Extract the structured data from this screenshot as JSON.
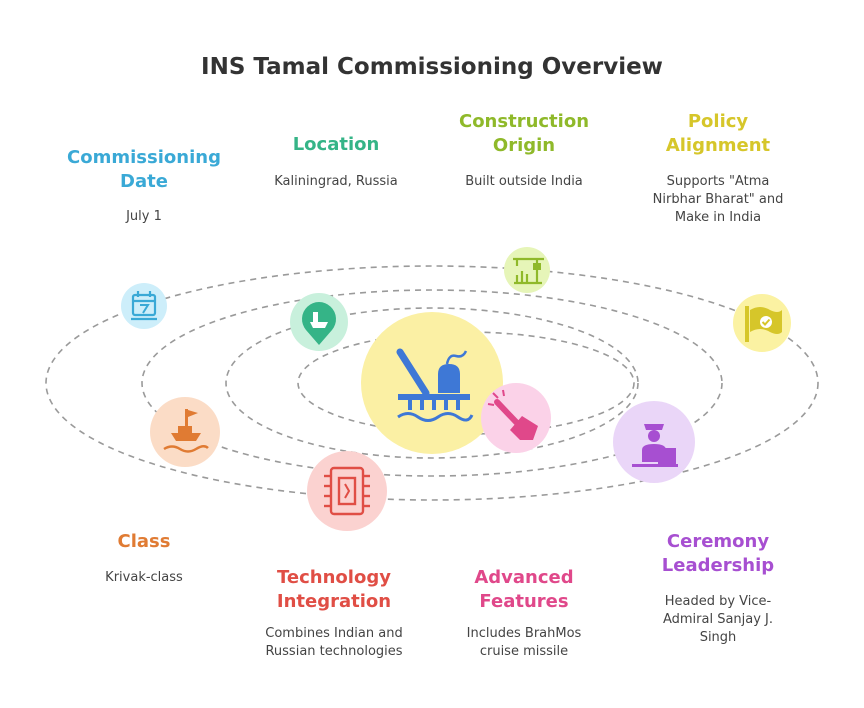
{
  "title": "INS Tamal Commissioning Overview",
  "colors": {
    "date": "#3aa9d6",
    "location": "#35b487",
    "construction": "#8fb92a",
    "policy": "#d6c62a",
    "class": "#e07b33",
    "technology": "#e04e45",
    "features": "#e0488a",
    "ceremony": "#a74fd1"
  },
  "nodes": [
    {
      "key": "date",
      "label_lines": [
        "Commissioning",
        "Date"
      ],
      "description_lines": [
        "July 1"
      ],
      "icon": "calendar-icon"
    },
    {
      "key": "location",
      "label_lines": [
        "Location"
      ],
      "description_lines": [
        "Kaliningrad, Russia"
      ],
      "icon": "map-pin-ship-icon"
    },
    {
      "key": "construction",
      "label_lines": [
        "Construction",
        "Origin"
      ],
      "description_lines": [
        "Built outside India"
      ],
      "icon": "factory-crane-icon"
    },
    {
      "key": "policy",
      "label_lines": [
        "Policy",
        "Alignment"
      ],
      "description_lines": [
        "Supports \"Atma",
        "Nirbhar Bharat\" and",
        "Make in India"
      ],
      "icon": "flag-check-icon"
    },
    {
      "key": "class",
      "label_lines": [
        "Class"
      ],
      "description_lines": [
        "Krivak-class"
      ],
      "icon": "ship-flag-icon"
    },
    {
      "key": "technology",
      "label_lines": [
        "Technology",
        "Integration"
      ],
      "description_lines": [
        "Combines Indian and",
        "Russian technologies"
      ],
      "icon": "chip-icon"
    },
    {
      "key": "features",
      "label_lines": [
        "Advanced",
        "Features"
      ],
      "description_lines": [
        "Includes BrahMos",
        "cruise missile"
      ],
      "icon": "missile-icon"
    },
    {
      "key": "ceremony",
      "label_lines": [
        "Ceremony",
        "Leadership"
      ],
      "description_lines": [
        "Headed by Vice-",
        "Admiral Sanjay J.",
        "Singh"
      ],
      "icon": "officer-podium-icon"
    }
  ],
  "center_icon": "warship-icon"
}
